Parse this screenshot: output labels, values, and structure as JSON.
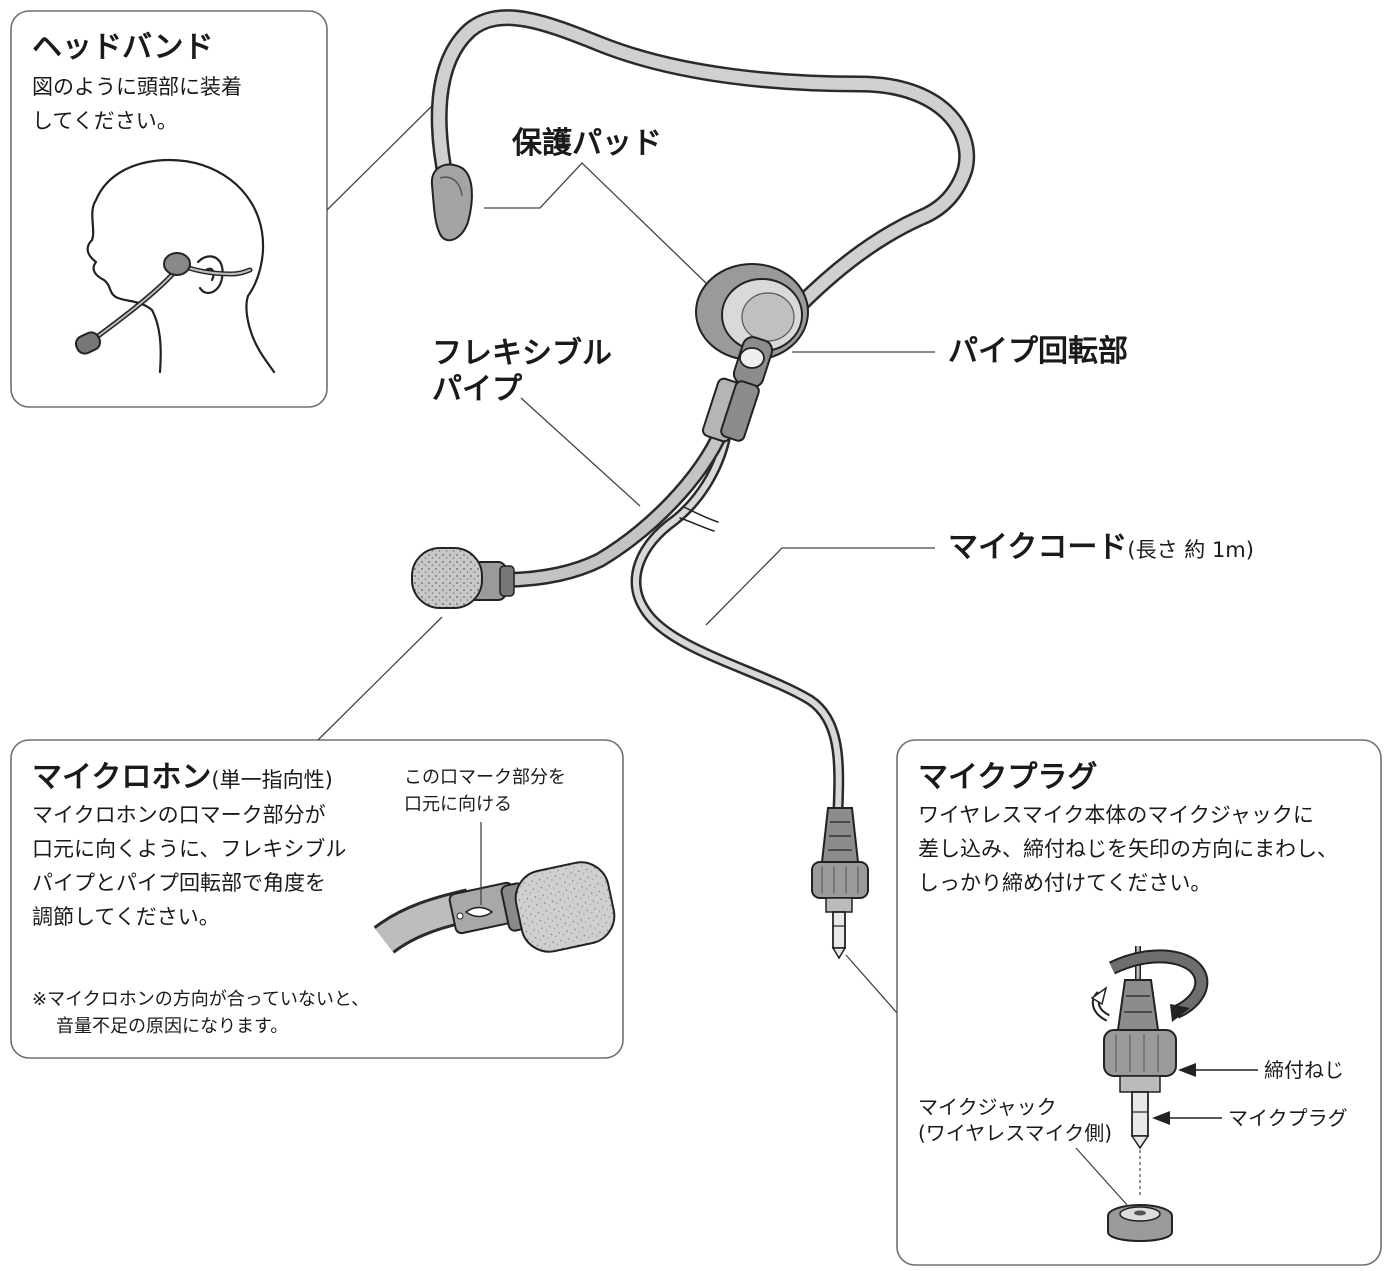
{
  "headband_box": {
    "title": "ヘッドバンド",
    "body": [
      "図のように頭部に装着",
      "してください。"
    ]
  },
  "labels": {
    "pad": "保護パッド",
    "flex_pipe": [
      "フレキシブル",
      "パイプ"
    ],
    "pivot": "パイプ回転部",
    "cord": "マイクコード",
    "cord_note": "(長さ 約 1m)"
  },
  "mic_box": {
    "title": "マイクロホン",
    "title_note": "(単一指向性)",
    "body": [
      "マイクロホンの口マーク部分が",
      "口元に向くように、フレキシブル",
      "パイプとパイプ回転部で角度を",
      "調節してください。"
    ],
    "mark_note": [
      "この口マーク部分を",
      "口元に向ける"
    ],
    "footnote": [
      "※マイクロホンの方向が合っていないと、",
      "音量不足の原因になります。"
    ]
  },
  "plug_box": {
    "title": "マイクプラグ",
    "body": [
      "ワイヤレスマイク本体のマイクジャックに",
      "差し込み、締付ねじを矢印の方向にまわし、",
      "しっかり締め付けてください。"
    ],
    "screw_label": "締付ねじ",
    "plug_label": "マイクプラグ",
    "jack_label": [
      "マイクジャック",
      "(ワイヤレスマイク側)"
    ]
  },
  "colors": {
    "ink": "#1a1a1a",
    "line": "#444444",
    "fill_dark": "#8c8c8c",
    "fill_mid": "#b5b5b5",
    "fill_light": "#d9d9d9",
    "box_border": "#707070"
  }
}
